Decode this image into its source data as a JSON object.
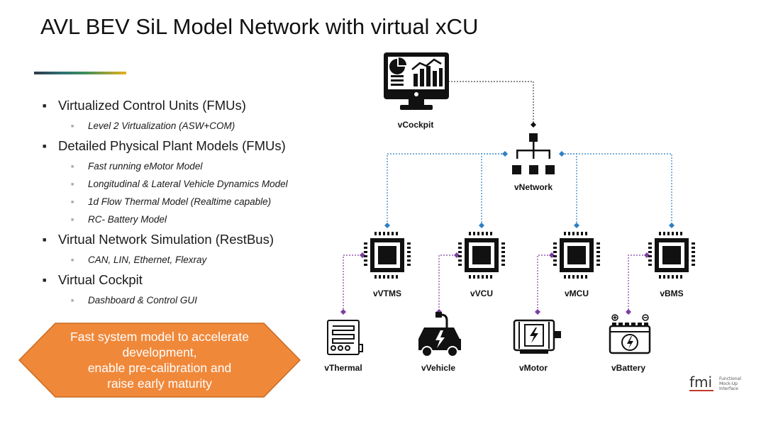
{
  "title": "AVL BEV SiL Model Network with virtual xCU",
  "bullets": {
    "vcu": "Virtualized Control Units (FMUs)",
    "vcu_sub1": "Level 2 Virtualization (ASW+COM)",
    "plant": "Detailed Physical Plant Models (FMUs)",
    "plant_sub1": "Fast running eMotor Model",
    "plant_sub2": "Longitudinal & Lateral Vehicle Dynamics Model",
    "plant_sub3": "1d Flow Thermal Model (Realtime capable)",
    "plant_sub4": "RC- Battery Model",
    "net": "Virtual Network Simulation (RestBus)",
    "net_sub1": "CAN, LIN, Ethernet, Flexray",
    "cockpit": "Virtual Cockpit",
    "cockpit_sub1": "Dashboard & Control GUI"
  },
  "callout": {
    "line1": "Fast system model to accelerate",
    "line2": "development,",
    "line3": "enable pre-calibration and",
    "line4": "raise early maturity"
  },
  "diagram": {
    "cockpit": "vCockpit",
    "network": "vNetwork",
    "ecus": [
      "vVTMS",
      "vVCU",
      "vMCU",
      "vBMS"
    ],
    "plants": [
      "vThermal",
      "vVehicle",
      "vMotor",
      "vBattery"
    ]
  },
  "logo": {
    "mark": "fmi",
    "text1": "Functional",
    "text2": "Mock-Up",
    "text3": "Interface"
  },
  "colors": {
    "network_link": "#2f7fc1",
    "plant_link": "#7b3fa0",
    "callout": "#f0883a",
    "callout_border": "#c96a20"
  }
}
